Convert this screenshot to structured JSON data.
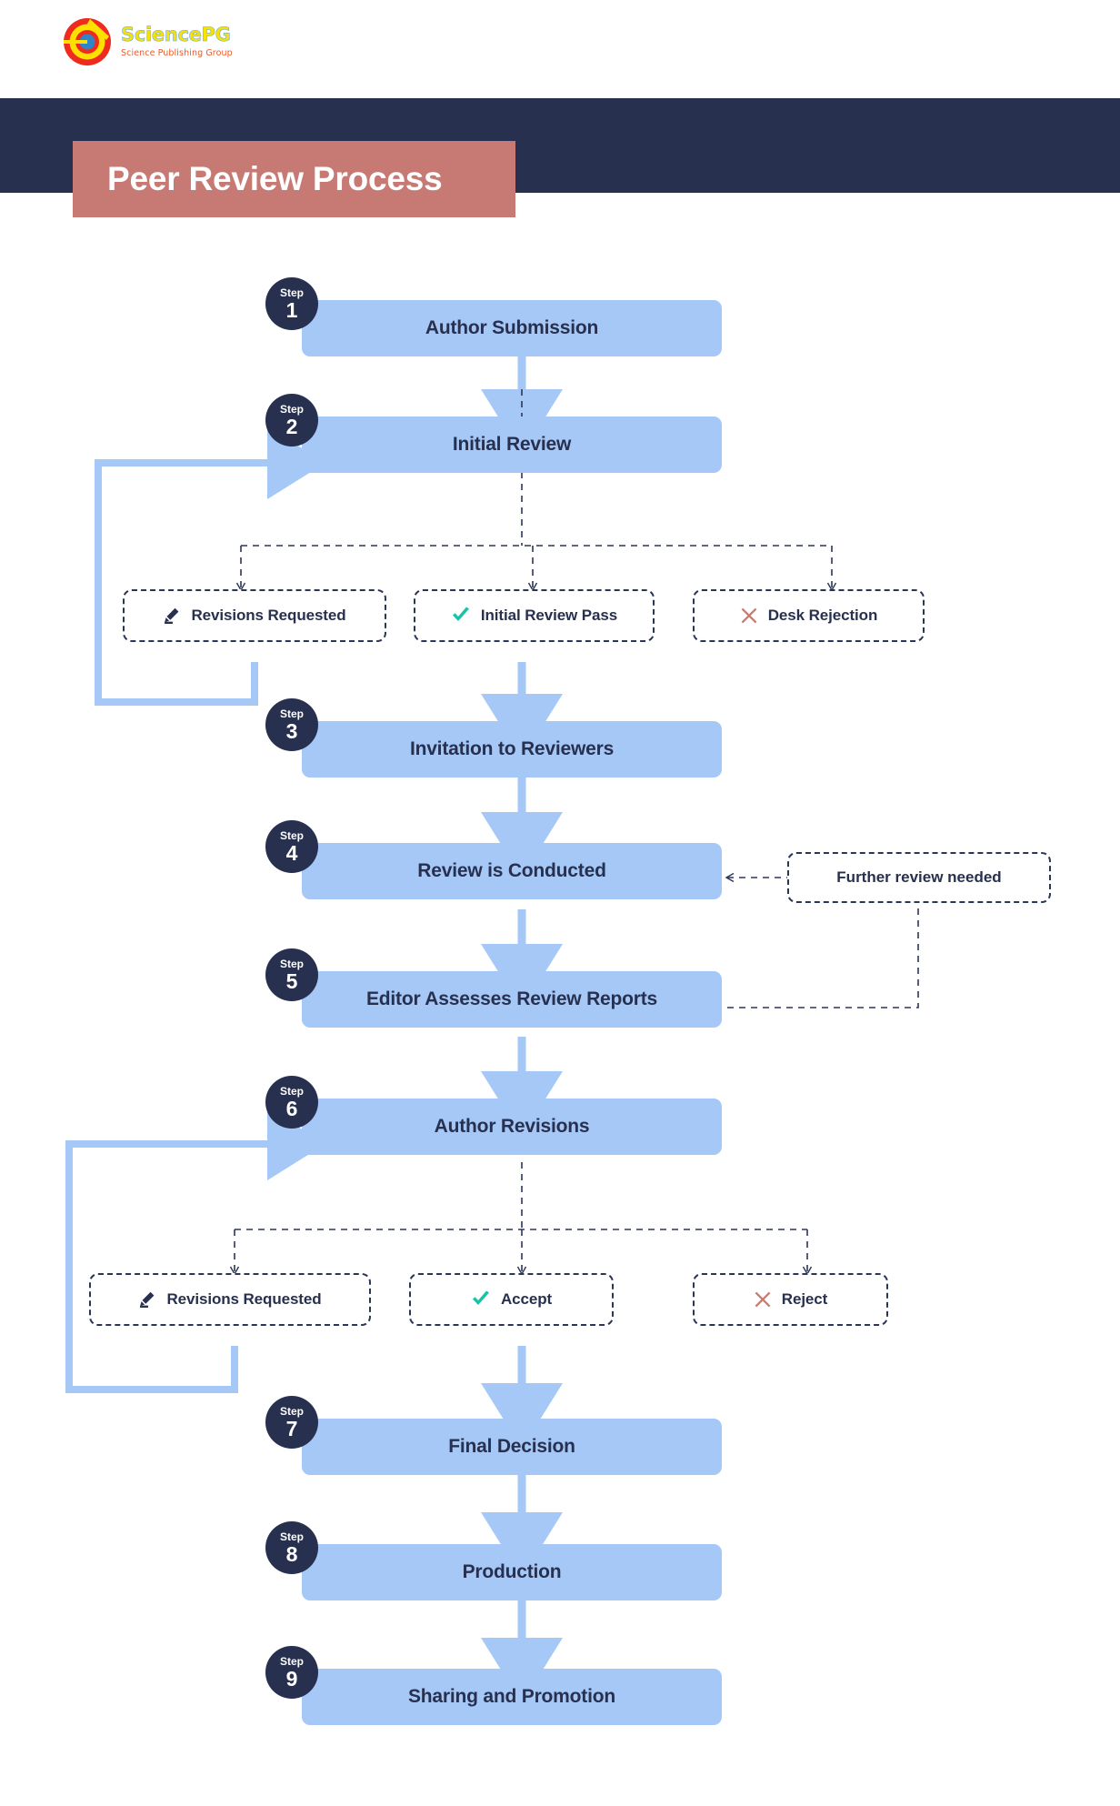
{
  "logo": {
    "title": "SciencePG",
    "subtitle": "Science Publishing Group",
    "mark_icon": "sciencepg-circular-logo-icon"
  },
  "header": {
    "title": "Peer Review Process",
    "band_color": "#27304f",
    "plate_color": "#c77a74"
  },
  "colors": {
    "step_fill": "#a6c8f7",
    "badge_fill": "#27304f",
    "text_dark": "#27304f",
    "arrow_blue": "#a6c8f7",
    "dashed_stroke": "#2b3556",
    "check_green": "#17c3a8",
    "reject_red": "#c97a72"
  },
  "steps": [
    {
      "num": "1",
      "word": "Step",
      "label": "Author Submission"
    },
    {
      "num": "2",
      "word": "Step",
      "label": "Initial Review"
    },
    {
      "num": "3",
      "word": "Step",
      "label": "Invitation to Reviewers"
    },
    {
      "num": "4",
      "word": "Step",
      "label": "Review is Conducted"
    },
    {
      "num": "5",
      "word": "Step",
      "label": "Editor Assesses Review Reports"
    },
    {
      "num": "6",
      "word": "Step",
      "label": "Author Revisions"
    },
    {
      "num": "7",
      "word": "Step",
      "label": "Final Decision"
    },
    {
      "num": "8",
      "word": "Step",
      "label": "Production"
    },
    {
      "num": "9",
      "word": "Step",
      "label": "Sharing and Promotion"
    }
  ],
  "decisions_row_1": [
    {
      "label": "Revisions Requested",
      "icon": "pencil-icon",
      "icon_color": "#27304f"
    },
    {
      "label": "Initial Review Pass",
      "icon": "check-icon",
      "icon_color": "#17c3a8"
    },
    {
      "label": "Desk Rejection",
      "icon": "cross-icon",
      "icon_color": "#c97a72"
    }
  ],
  "decisions_row_2": [
    {
      "label": "Revisions Requested",
      "icon": "pencil-icon",
      "icon_color": "#27304f"
    },
    {
      "label": "Accept",
      "icon": "check-icon",
      "icon_color": "#17c3a8"
    },
    {
      "label": "Reject",
      "icon": "cross-icon",
      "icon_color": "#c97a72"
    }
  ],
  "notes": [
    {
      "label": "Further review needed"
    }
  ],
  "chart_data": {
    "type": "flowchart",
    "title": "Peer Review Process",
    "nodes": [
      {
        "id": "s1",
        "kind": "step",
        "num": "1",
        "label": "Author Submission"
      },
      {
        "id": "s2",
        "kind": "step",
        "num": "2",
        "label": "Initial Review"
      },
      {
        "id": "d1a",
        "kind": "decision",
        "label": "Revisions Requested"
      },
      {
        "id": "d1b",
        "kind": "decision",
        "label": "Initial Review Pass"
      },
      {
        "id": "d1c",
        "kind": "decision",
        "label": "Desk Rejection"
      },
      {
        "id": "s3",
        "kind": "step",
        "num": "3",
        "label": "Invitation to Reviewers"
      },
      {
        "id": "s4",
        "kind": "step",
        "num": "4",
        "label": "Review is Conducted"
      },
      {
        "id": "n1",
        "kind": "note",
        "label": "Further review needed"
      },
      {
        "id": "s5",
        "kind": "step",
        "num": "5",
        "label": "Editor Assesses Review Reports"
      },
      {
        "id": "s6",
        "kind": "step",
        "num": "6",
        "label": "Author Revisions"
      },
      {
        "id": "d2a",
        "kind": "decision",
        "label": "Revisions Requested"
      },
      {
        "id": "d2b",
        "kind": "decision",
        "label": "Accept"
      },
      {
        "id": "d2c",
        "kind": "decision",
        "label": "Reject"
      },
      {
        "id": "s7",
        "kind": "step",
        "num": "7",
        "label": "Final Decision"
      },
      {
        "id": "s8",
        "kind": "step",
        "num": "8",
        "label": "Production"
      },
      {
        "id": "s9",
        "kind": "step",
        "num": "9",
        "label": "Sharing and Promotion"
      }
    ],
    "edges": [
      {
        "from": "s1",
        "to": "s2",
        "style": "solid"
      },
      {
        "from": "s2",
        "to": "d1a",
        "style": "dashed"
      },
      {
        "from": "s2",
        "to": "d1b",
        "style": "dashed"
      },
      {
        "from": "s2",
        "to": "d1c",
        "style": "dashed"
      },
      {
        "from": "d1a",
        "to": "s2",
        "style": "solid-loop"
      },
      {
        "from": "d1b",
        "to": "s3",
        "style": "solid"
      },
      {
        "from": "s3",
        "to": "s4",
        "style": "solid"
      },
      {
        "from": "s4",
        "to": "s5",
        "style": "solid"
      },
      {
        "from": "s5",
        "to": "n1",
        "style": "dashed"
      },
      {
        "from": "n1",
        "to": "s4",
        "style": "dashed"
      },
      {
        "from": "s5",
        "to": "s6",
        "style": "solid"
      },
      {
        "from": "s6",
        "to": "d2a",
        "style": "dashed"
      },
      {
        "from": "s6",
        "to": "d2b",
        "style": "dashed"
      },
      {
        "from": "s6",
        "to": "d2c",
        "style": "dashed"
      },
      {
        "from": "d2a",
        "to": "s6",
        "style": "solid-loop"
      },
      {
        "from": "d2b",
        "to": "s7",
        "style": "solid"
      },
      {
        "from": "s7",
        "to": "s8",
        "style": "solid"
      },
      {
        "from": "s8",
        "to": "s9",
        "style": "solid"
      }
    ]
  }
}
